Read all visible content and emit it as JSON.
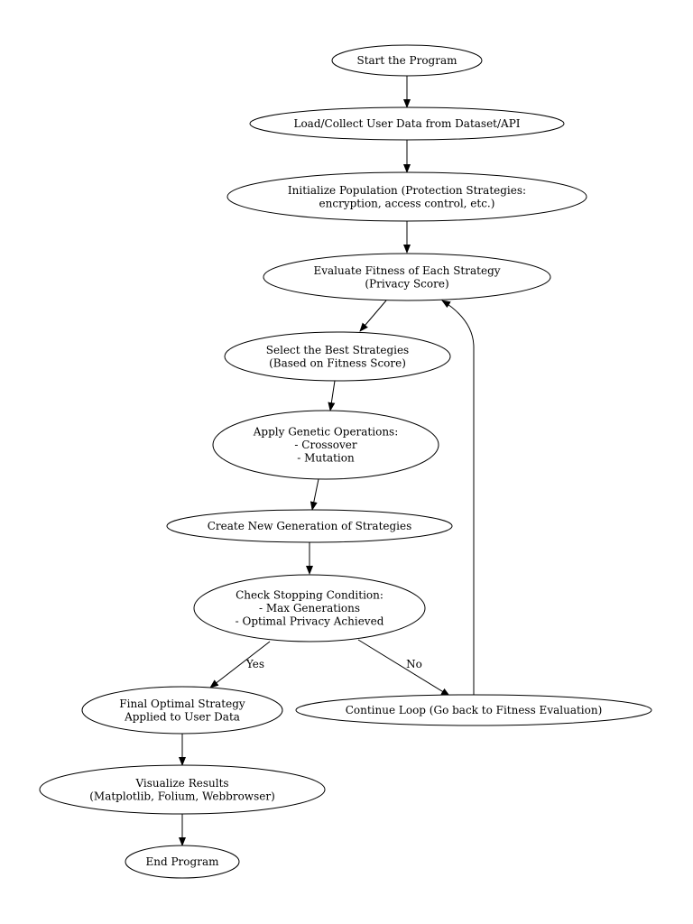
{
  "nodes": {
    "start": [
      "Start the Program"
    ],
    "load": [
      "Load/Collect User Data from Dataset/API"
    ],
    "init": [
      "Initialize Population (Protection Strategies:",
      "encryption, access control, etc.)"
    ],
    "evaluate": [
      "Evaluate Fitness of Each Strategy",
      "(Privacy Score)"
    ],
    "select": [
      "Select the Best Strategies",
      "(Based on Fitness Score)"
    ],
    "genetic": [
      "Apply Genetic Operations:",
      "- Crossover",
      "- Mutation"
    ],
    "newgen": [
      "Create New Generation of Strategies"
    ],
    "check": [
      "Check Stopping Condition:",
      "- Max Generations",
      "- Optimal Privacy Achieved"
    ],
    "final": [
      "Final Optimal Strategy",
      "Applied to User Data"
    ],
    "continue": [
      "Continue Loop (Go back to Fitness Evaluation)"
    ],
    "visualize": [
      "Visualize Results",
      "(Matplotlib, Folium, Webbrowser)"
    ],
    "end": [
      "End Program"
    ]
  },
  "edges": {
    "yes": "Yes",
    "no": "No"
  }
}
